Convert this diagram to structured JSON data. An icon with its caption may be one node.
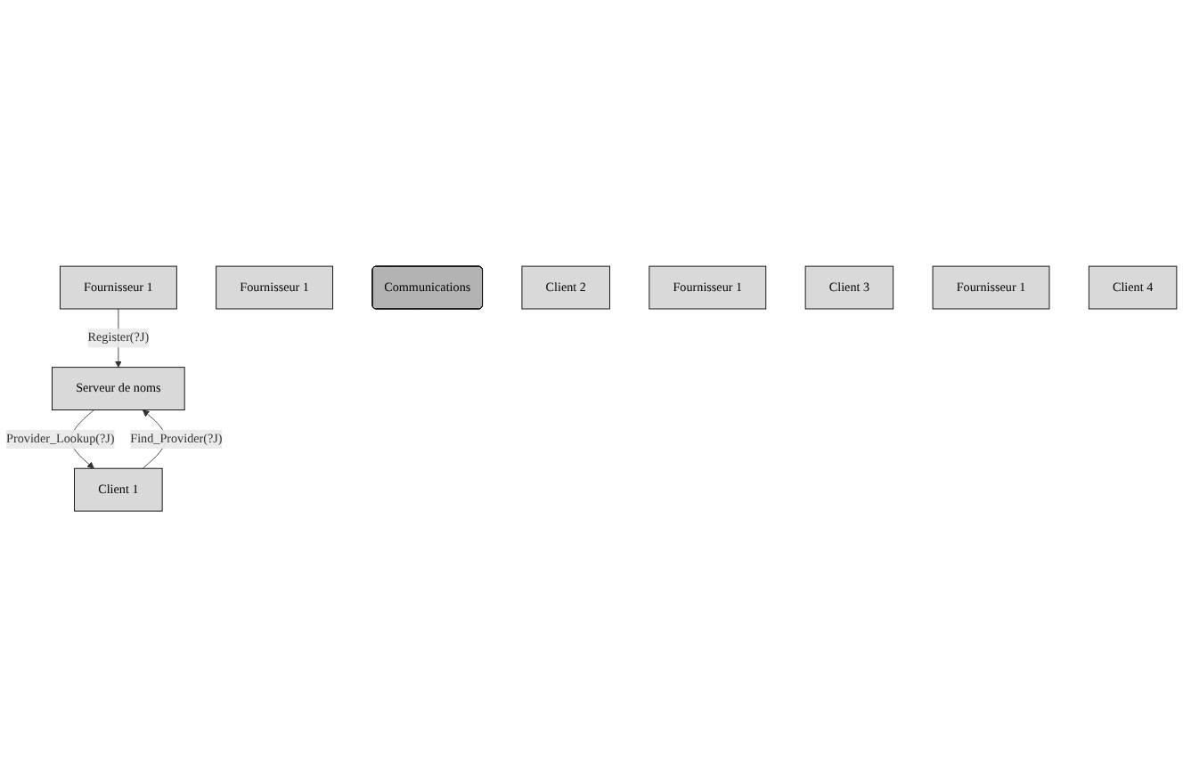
{
  "diagram": {
    "nodes": [
      {
        "text": [
          "Serveur de noms"
        ]
      },
      {
        "text": [
          "Fournisseur 1"
        ]
      },
      {
        "text": [
          "Client 1"
        ]
      },
      {
        "text": [
          "Fournisseur 1"
        ]
      },
      {
        "text": [
          "Communications"
        ]
      },
      {
        "text": [
          "Client 2"
        ]
      },
      {
        "text": [
          "Fournisseur 1"
        ]
      },
      {
        "text": [
          "Client 3"
        ]
      },
      {
        "text": [
          "Fournisseur 1"
        ]
      },
      {
        "text": [
          "Client 4"
        ]
      }
    ],
    "edges": [
      {
        "from": 1,
        "to": 0,
        "arrow": "to",
        "label": "Register(?J)"
      },
      {
        "from": 2,
        "to": 0,
        "arrow": "to",
        "label": "Find_Provider(?J)"
      },
      {
        "from": 0,
        "to": 2,
        "arrow": "to",
        "label": "Provider_Lookup(?J)"
      }
    ]
  }
}
